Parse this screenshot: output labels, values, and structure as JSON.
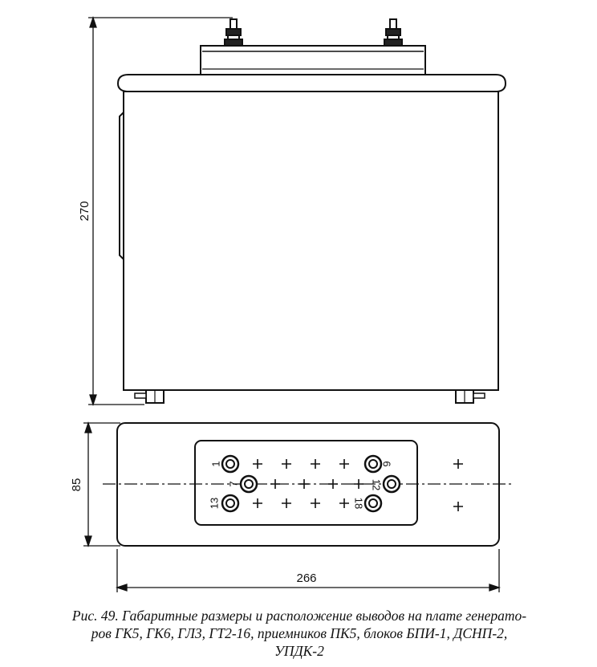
{
  "dimensions": {
    "height": "270",
    "depth": "85",
    "width": "266"
  },
  "terminals": {
    "t1": "1",
    "t6": "6",
    "t7": "7",
    "t12": "12",
    "t13": "13",
    "t18": "18"
  },
  "caption": {
    "line1": "Рис. 49. Габаритные размеры и расположение выводов на плате генерато-",
    "line2": "ров ГК5, ГК6, ГЛ3, ГТ2-16, приемников ПК5, блоков БПИ-1, ДСНП-2,",
    "line3": "УПДК-2"
  }
}
